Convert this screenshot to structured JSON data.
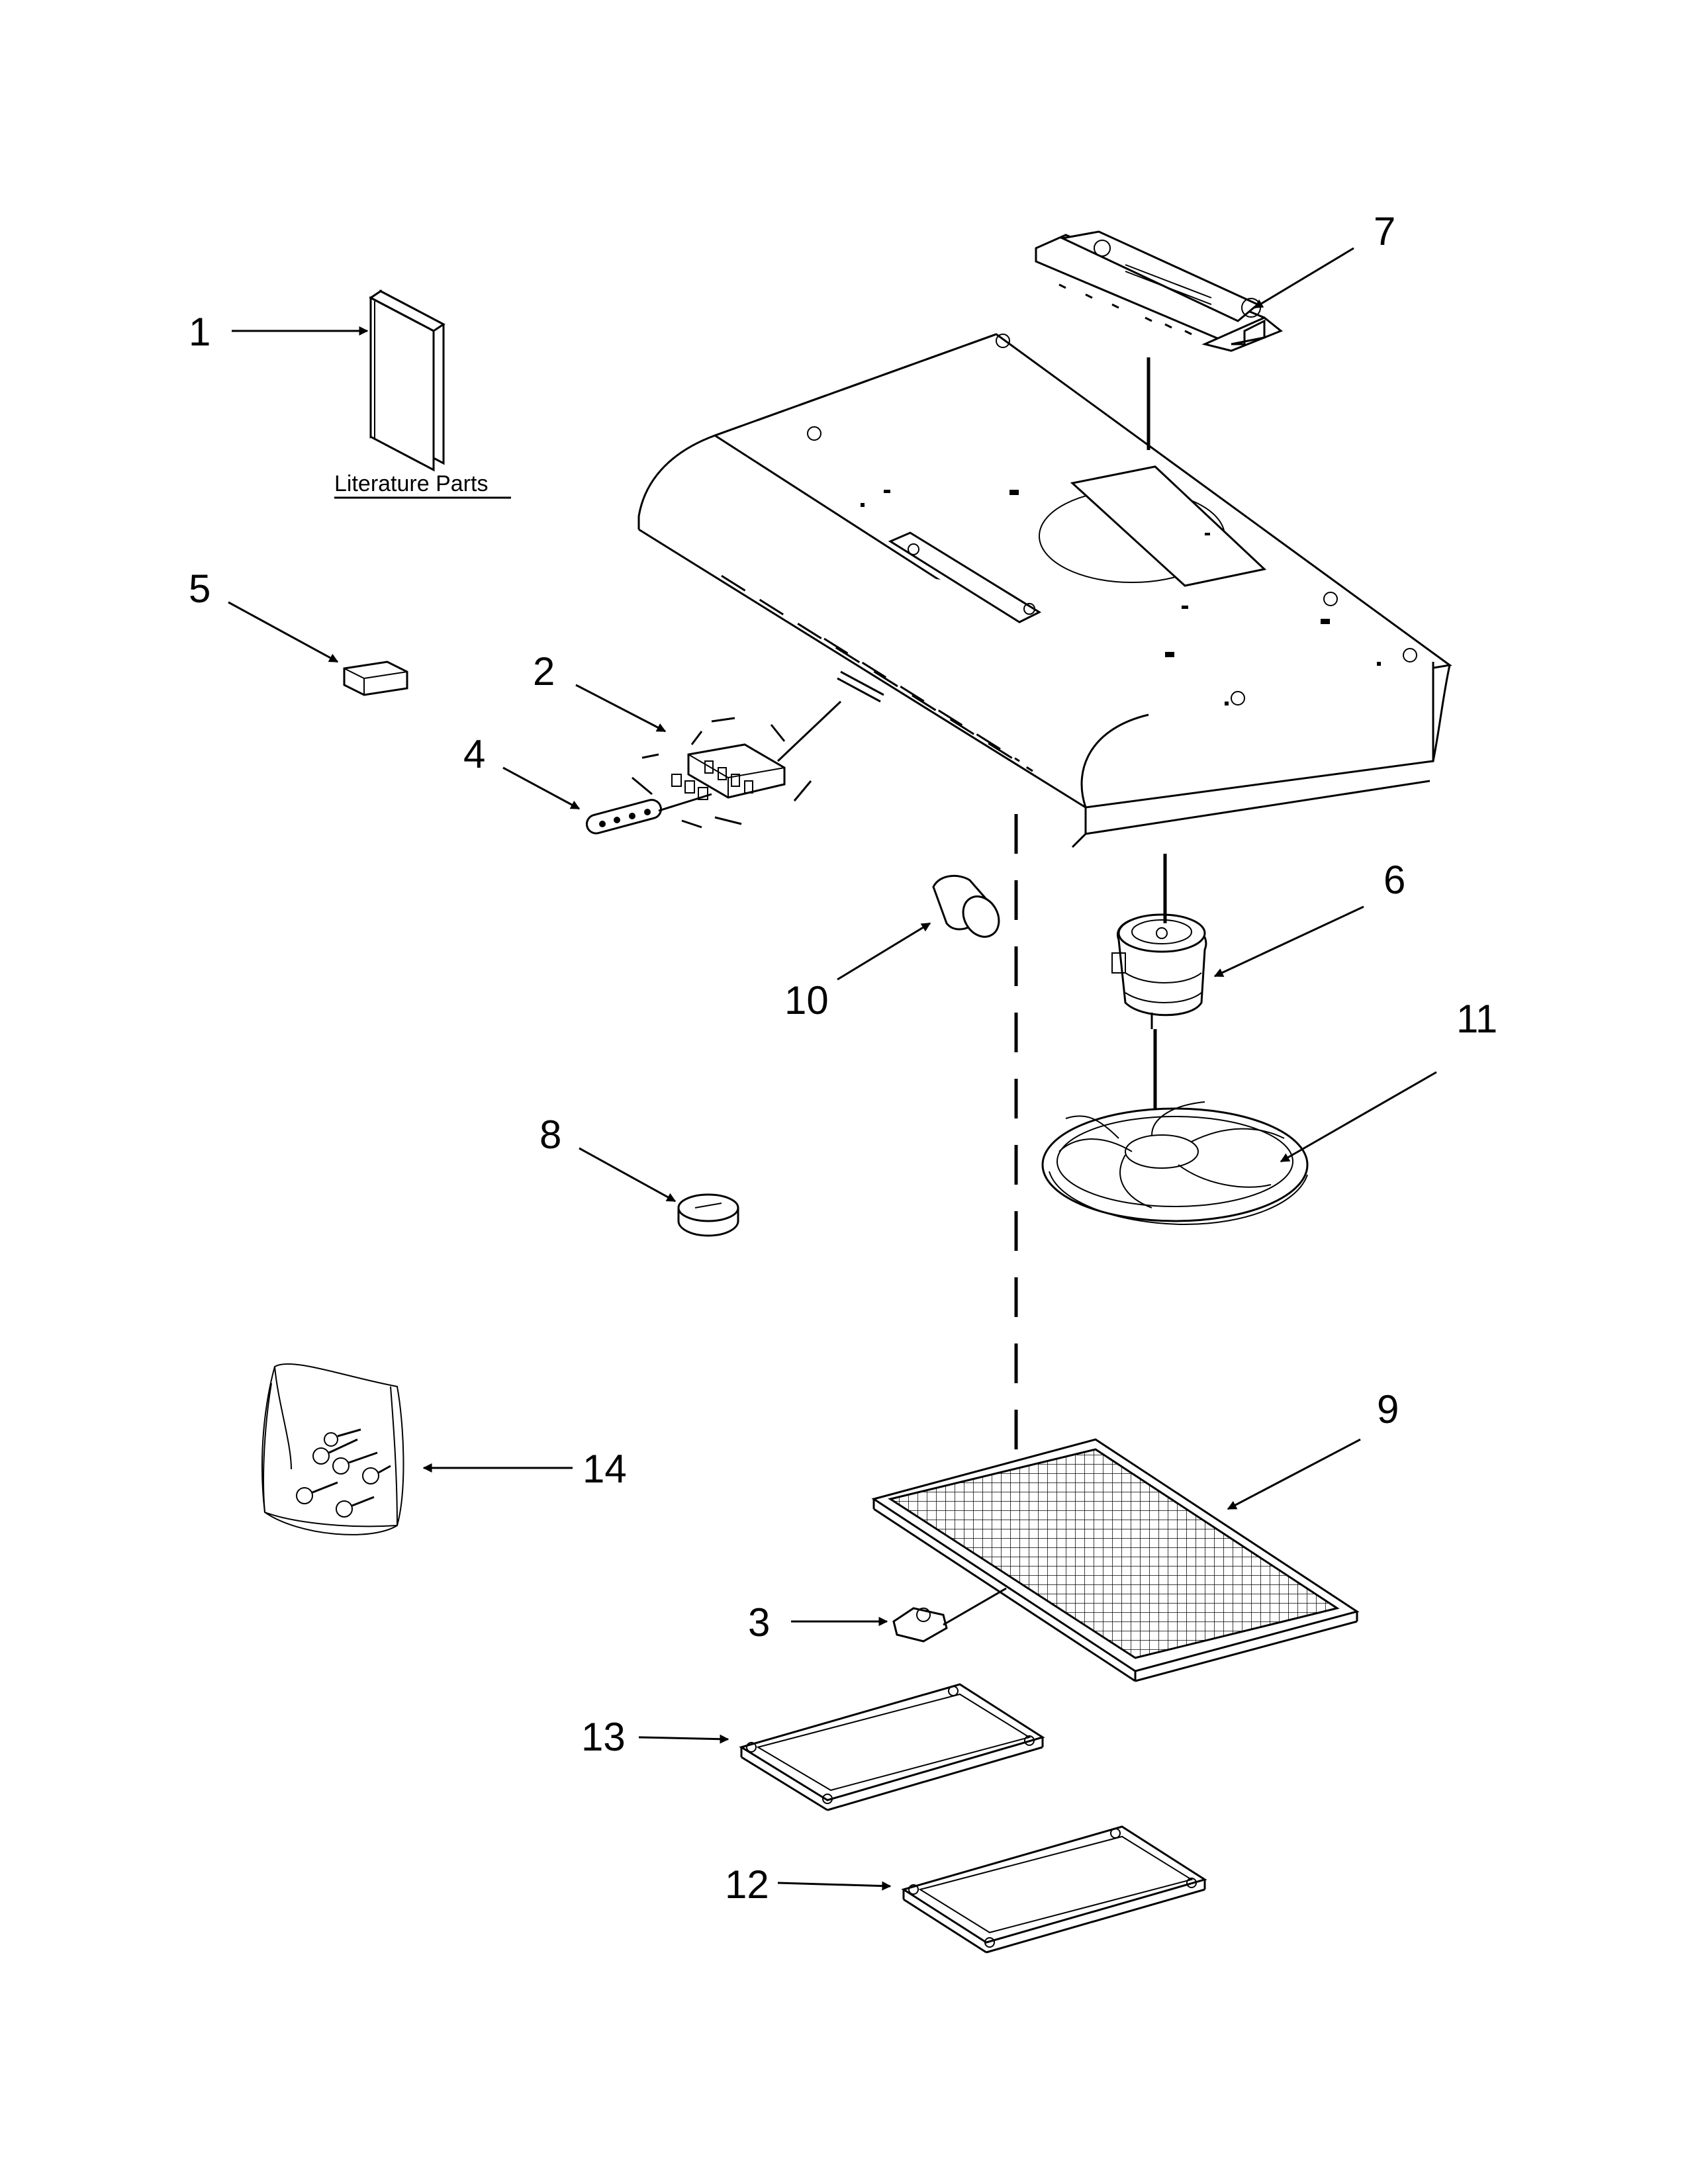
{
  "callouts": [
    {
      "id": "1",
      "label": "1"
    },
    {
      "id": "2",
      "label": "2"
    },
    {
      "id": "3",
      "label": "3"
    },
    {
      "id": "4",
      "label": "4"
    },
    {
      "id": "5",
      "label": "5"
    },
    {
      "id": "6",
      "label": "6"
    },
    {
      "id": "7",
      "label": "7"
    },
    {
      "id": "8",
      "label": "8"
    },
    {
      "id": "9",
      "label": "9"
    },
    {
      "id": "10",
      "label": "10"
    },
    {
      "id": "11",
      "label": "11"
    },
    {
      "id": "12",
      "label": "12"
    },
    {
      "id": "13",
      "label": "13"
    },
    {
      "id": "14",
      "label": "14"
    }
  ],
  "literature_label": "Literature Parts",
  "colors": {
    "line": "#000000",
    "background": "#ffffff"
  }
}
